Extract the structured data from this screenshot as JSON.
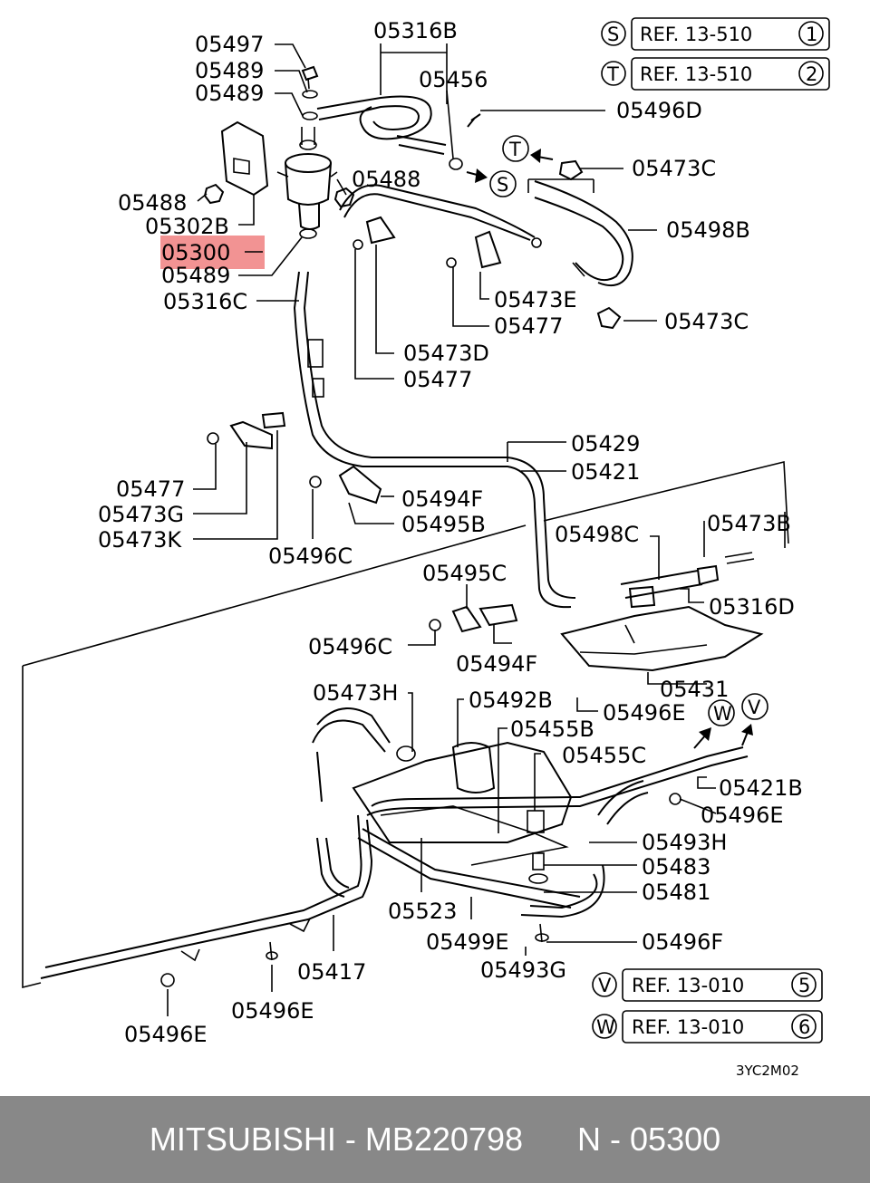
{
  "labels": {
    "l05316B": "05316B",
    "l05497": "05497",
    "l05489a": "05489",
    "l05489b": "05489",
    "l05456": "05456",
    "l05496D": "05496D",
    "l05473C_top": "05473C",
    "l05488_left": "05488",
    "l05488_mid": "05488",
    "l05302B": "05302B",
    "l05300": "05300",
    "l05489c": "05489",
    "l05498B": "05498B",
    "l05316C": "05316C",
    "l05473E": "05473E",
    "l05477_a": "05477",
    "l05473C_mid": "05473C",
    "l05473D": "05473D",
    "l05477_b": "05477",
    "l05429": "05429",
    "l05421": "05421",
    "l05477_c": "05477",
    "l05494F_a": "05494F",
    "l05473G": "05473G",
    "l05495B": "05495B",
    "l05473K": "05473K",
    "l05498C": "05498C",
    "l05473B": "05473B",
    "l05496C_a": "05496C",
    "l05495C": "05495C",
    "l05316D": "05316D",
    "l05496C_b": "05496C",
    "l05494F_b": "05494F",
    "l05431": "05431",
    "l05473H": "05473H",
    "l05492B": "05492B",
    "l05496E_a": "05496E",
    "l05455B": "05455B",
    "l05455C": "05455C",
    "l05421B": "05421B",
    "l05496E_b": "05496E",
    "l05493H": "05493H",
    "l05483": "05483",
    "l05481": "05481",
    "l05523": "05523",
    "l05499E": "05499E",
    "l05496F": "05496F",
    "l05417": "05417",
    "l05493G": "05493G",
    "l05496E_c": "05496E",
    "l05496E_d": "05496E"
  },
  "refs": [
    {
      "letter": "S",
      "text": "REF. 13-510",
      "num": "1"
    },
    {
      "letter": "T",
      "text": "REF. 13-510",
      "num": "2"
    },
    {
      "letter": "V",
      "text": "REF. 13-010",
      "num": "5"
    },
    {
      "letter": "W",
      "text": "REF. 13-010",
      "num": "6"
    }
  ],
  "markers": {
    "s": "S",
    "t": "T",
    "w": "W",
    "v": "V"
  },
  "diagram_code": "3YC2M02",
  "highlight": {
    "part": "05300",
    "color": "#f08080"
  },
  "footer": {
    "brand": "MITSUBISHI",
    "part_number": "MB220798",
    "position": "N - 05300"
  }
}
